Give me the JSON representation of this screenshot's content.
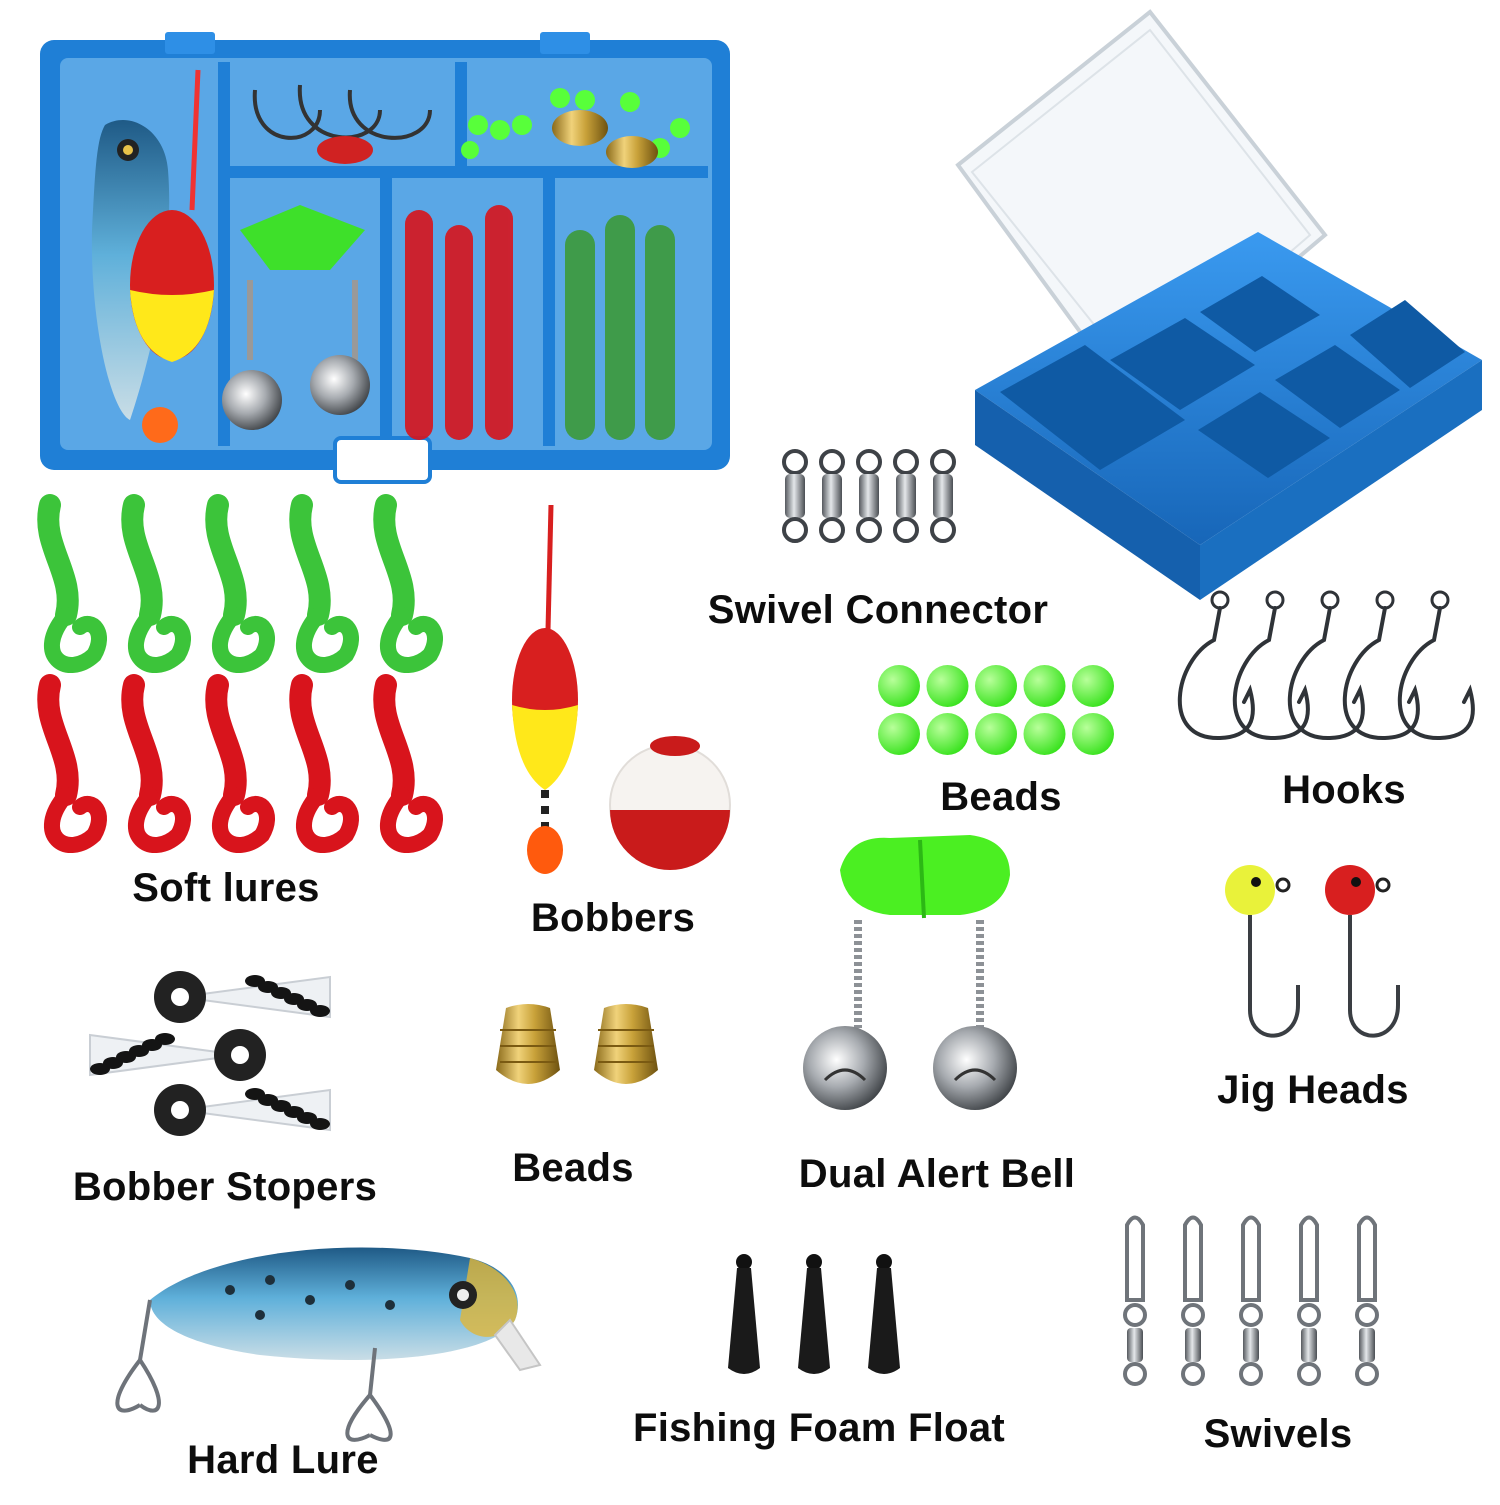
{
  "labels": {
    "swivel_connector": "Swivel Connector",
    "beads_green": "Beads",
    "hooks": "Hooks",
    "soft_lures": "Soft lures",
    "bobbers": "Bobbers",
    "jig_heads": "Jig Heads",
    "bobber_stopers": "Bobber Stopers",
    "beads_brass": "Beads",
    "dual_alert_bell": "Dual Alert Bell",
    "hard_lure": "Hard Lure",
    "fishing_foam_float": "Fishing Foam Float",
    "swivels": "Swivels"
  },
  "counts": {
    "swivel_connectors": 5,
    "green_beads": 10,
    "hooks": 5,
    "soft_lures_green": 5,
    "soft_lures_red": 5,
    "bobber_stoppers": 3,
    "brass_beads": 2,
    "jig_heads": 2,
    "foam_floats": 3,
    "snap_swivels": 5
  },
  "colors": {
    "box_blue": "#1f7fd6",
    "lure_green": "#3cc43a",
    "lure_red": "#d8141c",
    "bead_green": "#58ff3a",
    "brass": "#c9a23a",
    "bobber_red": "#d81f1f",
    "bobber_yellow": "#ffe81a",
    "jig_yellow": "#e9f23a",
    "steel": "#8a8f96"
  }
}
